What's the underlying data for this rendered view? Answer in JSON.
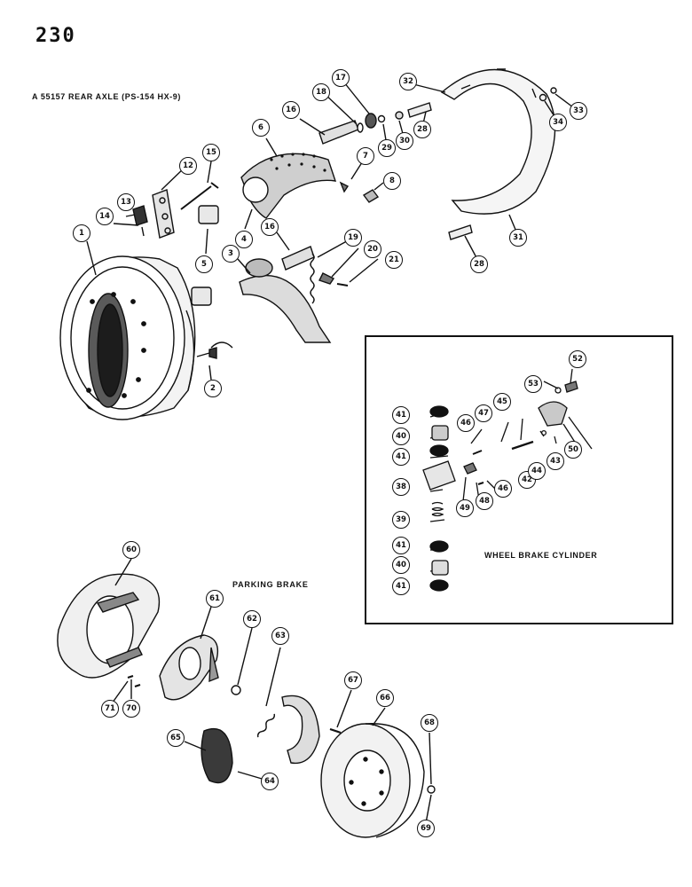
{
  "page": {
    "number": "230",
    "title": "A 55157 REAR AXLE (PS-154 HX-9)",
    "parking_brake_label": "PARKING BRAKE",
    "inset_label": "WHEEL BRAKE CYLINDER"
  },
  "callouts": [
    {
      "id": "c1",
      "label": "1"
    },
    {
      "id": "c2",
      "label": "2"
    },
    {
      "id": "c3",
      "label": "3"
    },
    {
      "id": "c4",
      "label": "4"
    },
    {
      "id": "c5",
      "label": "5"
    },
    {
      "id": "c6",
      "label": "6"
    },
    {
      "id": "c7",
      "label": "7"
    },
    {
      "id": "c8",
      "label": "8"
    },
    {
      "id": "c12",
      "label": "12"
    },
    {
      "id": "c13",
      "label": "13"
    },
    {
      "id": "c14",
      "label": "14"
    },
    {
      "id": "c15",
      "label": "15"
    },
    {
      "id": "c16a",
      "label": "16"
    },
    {
      "id": "c16b",
      "label": "16"
    },
    {
      "id": "c17",
      "label": "17"
    },
    {
      "id": "c18",
      "label": "18"
    },
    {
      "id": "c19",
      "label": "19"
    },
    {
      "id": "c20",
      "label": "20"
    },
    {
      "id": "c21",
      "label": "21"
    },
    {
      "id": "c28a",
      "label": "28"
    },
    {
      "id": "c28b",
      "label": "28"
    },
    {
      "id": "c29",
      "label": "29"
    },
    {
      "id": "c30",
      "label": "30"
    },
    {
      "id": "c31",
      "label": "31"
    },
    {
      "id": "c32",
      "label": "32"
    },
    {
      "id": "c33",
      "label": "33"
    },
    {
      "id": "c34",
      "label": "34"
    },
    {
      "id": "c38",
      "label": "38"
    },
    {
      "id": "c39",
      "label": "39"
    },
    {
      "id": "c40a",
      "label": "40"
    },
    {
      "id": "c40b",
      "label": "40"
    },
    {
      "id": "c41a",
      "label": "41"
    },
    {
      "id": "c41b",
      "label": "41"
    },
    {
      "id": "c41c",
      "label": "41"
    },
    {
      "id": "c41d",
      "label": "41"
    },
    {
      "id": "c42",
      "label": "42"
    },
    {
      "id": "c43",
      "label": "43"
    },
    {
      "id": "c44",
      "label": "44"
    },
    {
      "id": "c45",
      "label": "45"
    },
    {
      "id": "c46a",
      "label": "46"
    },
    {
      "id": "c46b",
      "label": "46"
    },
    {
      "id": "c47",
      "label": "47"
    },
    {
      "id": "c48",
      "label": "48"
    },
    {
      "id": "c49",
      "label": "49"
    },
    {
      "id": "c50",
      "label": "50"
    },
    {
      "id": "c52",
      "label": "52"
    },
    {
      "id": "c53",
      "label": "53"
    },
    {
      "id": "c60",
      "label": "60"
    },
    {
      "id": "c61",
      "label": "61"
    },
    {
      "id": "c62",
      "label": "62"
    },
    {
      "id": "c63",
      "label": "63"
    },
    {
      "id": "c64",
      "label": "64"
    },
    {
      "id": "c65",
      "label": "65"
    },
    {
      "id": "c66",
      "label": "66"
    },
    {
      "id": "c67",
      "label": "67"
    },
    {
      "id": "c68",
      "label": "68"
    },
    {
      "id": "c69",
      "label": "69"
    },
    {
      "id": "c70",
      "label": "70"
    },
    {
      "id": "c71",
      "label": "71"
    }
  ]
}
